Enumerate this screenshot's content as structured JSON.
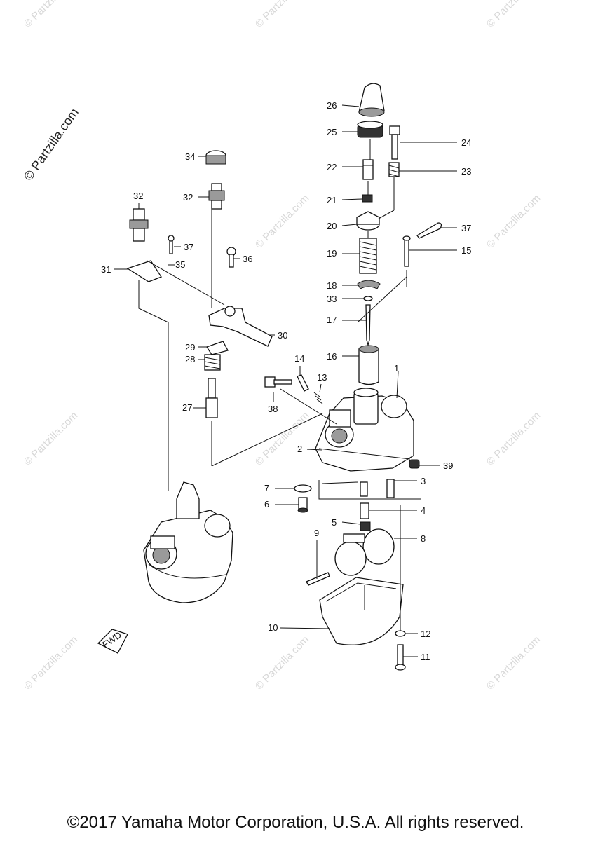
{
  "watermark": {
    "text": "© Partzilla.com"
  },
  "footer": {
    "copyright": "©2017 Yamaha Motor Corporation, U.S.A. All rights reserved."
  },
  "fwd_mark": "FWD",
  "callouts": [
    "1",
    "2",
    "3",
    "4",
    "5",
    "6",
    "7",
    "8",
    "9",
    "10",
    "11",
    "12",
    "13",
    "14",
    "15",
    "16",
    "17",
    "18",
    "19",
    "20",
    "21",
    "22",
    "23",
    "24",
    "25",
    "26",
    "27",
    "28",
    "29",
    "30",
    "31",
    "32",
    "33",
    "34",
    "35",
    "36",
    "37",
    "38",
    "39"
  ]
}
